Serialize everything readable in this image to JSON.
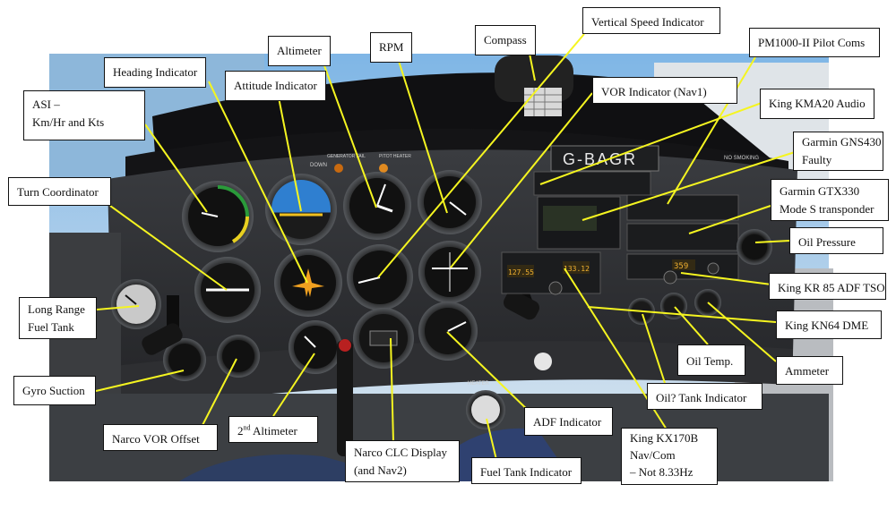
{
  "colors": {
    "leader_line": "#f5f520",
    "label_background": "#ffffff",
    "label_border": "#111111",
    "panel": "#2a2b2d",
    "glareshield": "#141416",
    "attitude_sky": "#2f7fd0"
  },
  "labels": {
    "asi": [
      "ASI –",
      "Km/Hr and Kts"
    ],
    "heading": "Heading Indicator",
    "attitude": "Attitude Indicator",
    "altimeter": "Altimeter",
    "rpm": "RPM",
    "compass": "Compass",
    "vsi": "Vertical Speed Indicator",
    "pm1000": "PM1000-II Pilot Coms",
    "vor": "VOR Indicator (Nav1)",
    "kma20": "King KMA20 Audio",
    "gns430": [
      "Garmin GNS430",
      "Faulty"
    ],
    "gtx330": [
      "Garmin GTX330",
      "Mode S transponder"
    ],
    "oil_pressure": "Oil Pressure",
    "turn_coordinator": "Turn Coordinator",
    "kr85": "King KR 85 ADF TSO",
    "long_range": [
      "Long Range",
      "Fuel Tank"
    ],
    "kn64": "King KN64 DME",
    "oil_temp": "Oil Temp.",
    "ammeter": "Ammeter",
    "gyro_suction": "Gyro Suction",
    "oil_tank": "Oil? Tank Indicator",
    "adf": "ADF Indicator",
    "alt2_main": "2",
    "alt2_sup": "nd",
    "alt2_rest": " Altimeter",
    "narco_vor": "Narco VOR Offset",
    "narco_clc": [
      "Narco CLC Display",
      "(and Nav2)"
    ],
    "kx170b": [
      "King KX170B",
      "Nav/Com",
      "– Not 8.33Hz"
    ],
    "fuel_tank": "Fuel Tank Indicator"
  },
  "panel_text": {
    "registration": "G-BAGR",
    "no_smoking": "NO SMOKING",
    "gear_down": "DOWN",
    "pitot_heater": "PITOT HEATER",
    "generator_fail": "GENERATOR FAIL",
    "heater": "HEATER",
    "ident_display": "359",
    "com_freq_active": "127.55",
    "com_freq_standby": "133.12"
  }
}
